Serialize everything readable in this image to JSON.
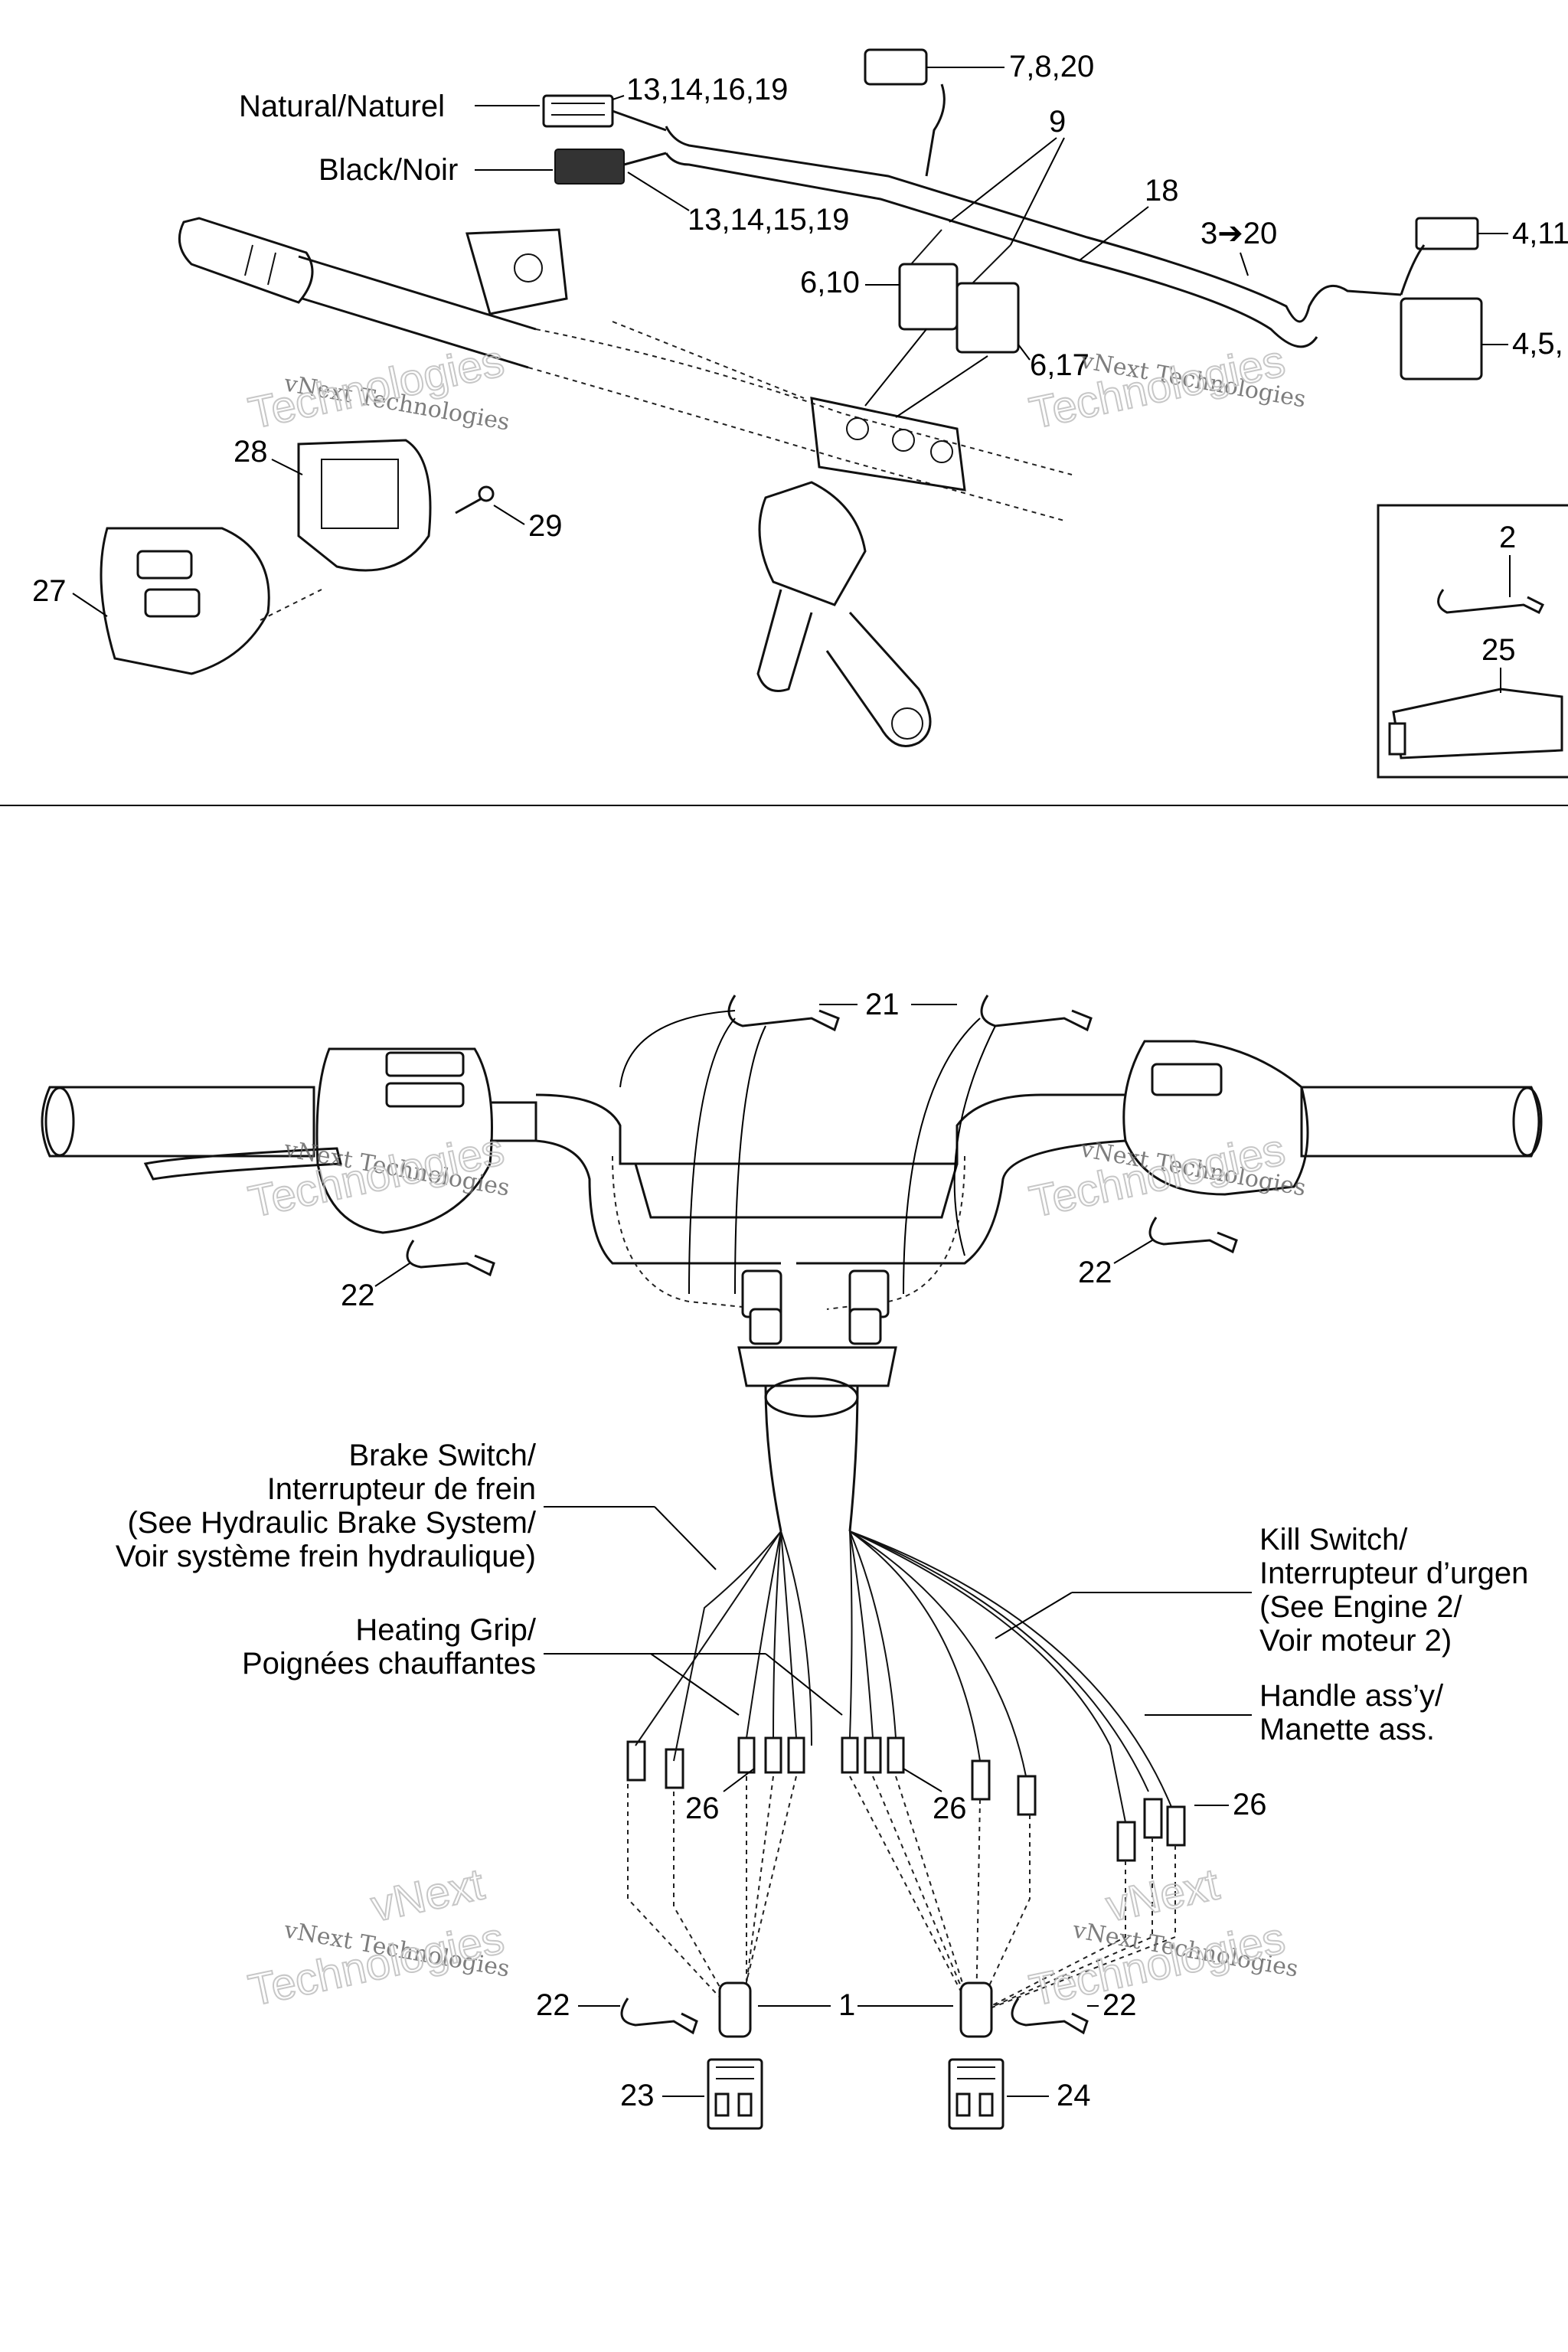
{
  "labels": {
    "natural": "Natural/Naturel",
    "black": "Black/Noir",
    "p13_16": "13,14,16,19",
    "p13_15": "13,14,15,19",
    "p7_8_20": "7,8,20",
    "p9": "9",
    "p18": "18",
    "p3_20": "3➔20",
    "p4_11": "4,11",
    "p4_5": "4,5,",
    "p6_10": "6,10",
    "p6_17": "6,17",
    "p28": "28",
    "p29": "29",
    "p27": "27",
    "p2": "2",
    "p25": "25",
    "p21": "21",
    "p22_left": "22",
    "p22_right": "22",
    "brake_1": "Brake Switch/",
    "brake_2": "Interrupteur de frein",
    "brake_3": "(See Hydraulic Brake System/",
    "brake_4": "Voir système frein hydraulique)",
    "kill_1": "Kill Switch/",
    "kill_2": "Interrupteur d’urgen",
    "kill_3": "(See Engine 2/",
    "kill_4": "Voir moteur 2)",
    "heat_1": "Heating Grip/",
    "heat_2": "Poignées chauffantes",
    "handle_1": "Handle ass’y/",
    "handle_2": "Manette ass.",
    "p26_a": "26",
    "p26_b": "26",
    "p26_c": "26",
    "p22_bl": "22",
    "p1": "1",
    "p22_br": "22",
    "p23": "23",
    "p24": "24"
  },
  "watermark": {
    "line1": "vNext Technologies",
    "line2": "vNext",
    "line3": "Technologies"
  }
}
